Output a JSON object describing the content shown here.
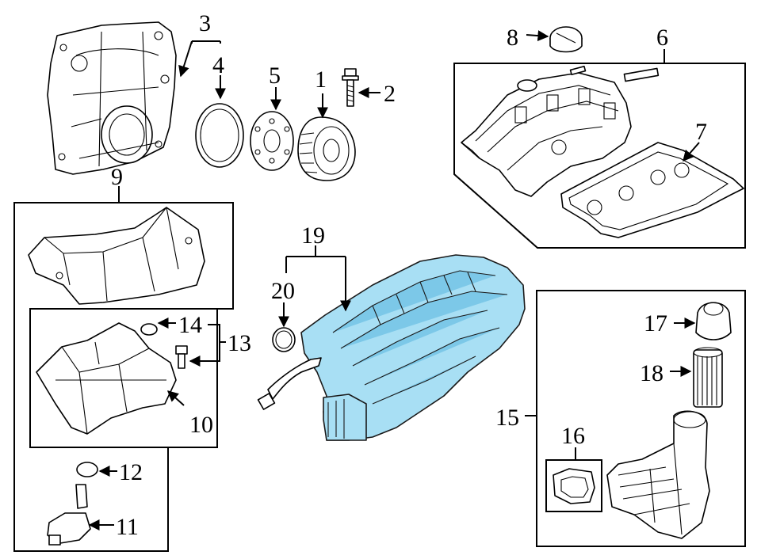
{
  "diagram": {
    "highlight_color": "#a8dff4",
    "callouts": {
      "c1": "1",
      "c2": "2",
      "c3": "3",
      "c4": "4",
      "c5": "5",
      "c6": "6",
      "c7": "7",
      "c8": "8",
      "c9": "9",
      "c10": "10",
      "c11": "11",
      "c12": "12",
      "c13": "13",
      "c14": "14",
      "c15": "15",
      "c16": "16",
      "c17": "17",
      "c18": "18",
      "c19": "19",
      "c20": "20"
    }
  }
}
